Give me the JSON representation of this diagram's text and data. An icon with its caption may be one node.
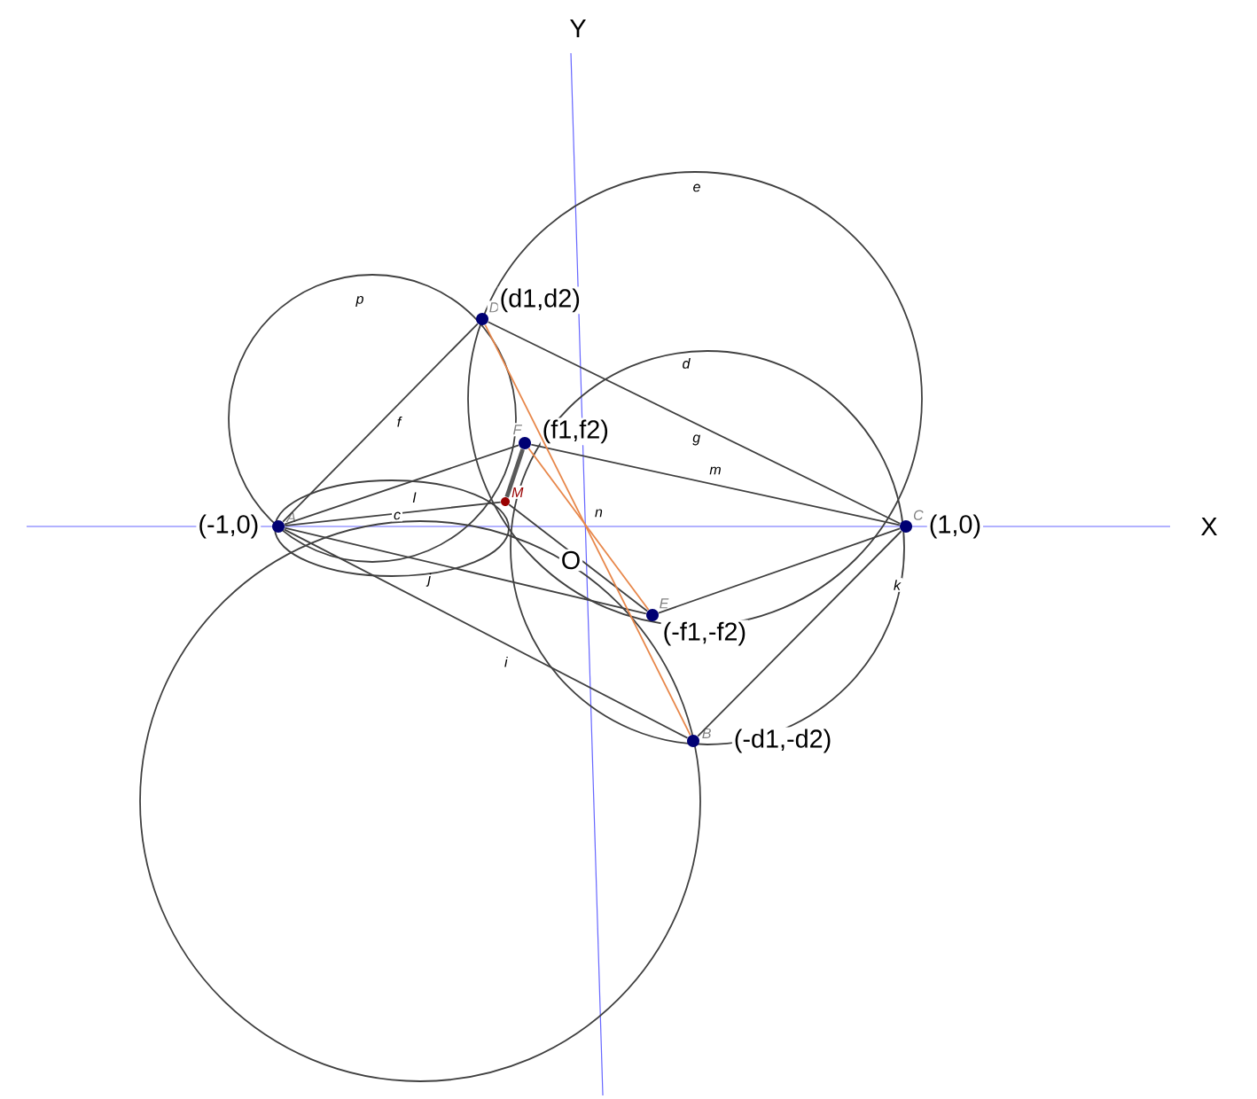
{
  "diagram": {
    "nodes": [
      {
        "text": [
          "D",
          "(d1,d2)"
        ]
      },
      {
        "text": [
          "F",
          "(f1,f2)"
        ]
      },
      {
        "text": [
          "(-1,0)",
          "A"
        ]
      },
      {
        "text": [
          "M"
        ]
      },
      {
        "text": [
          "C",
          "(1,0)"
        ]
      },
      {
        "text": [
          "E",
          "(-f1,-f2)"
        ]
      },
      {
        "text": [
          "B",
          "(-d1,-d2)"
        ]
      }
    ],
    "edges": [
      {
        "from": 2,
        "to": 0,
        "arrow": "none",
        "label": "f"
      },
      {
        "from": 0,
        "to": 4,
        "arrow": "none",
        "label": "g"
      },
      {
        "from": 2,
        "to": 1,
        "arrow": "none"
      },
      {
        "from": 2,
        "to": 3,
        "arrow": "none",
        "label": "l"
      },
      {
        "from": 1,
        "to": 4,
        "arrow": "none",
        "label": "m"
      },
      {
        "from": 2,
        "to": 5,
        "arrow": "none",
        "label": "j"
      },
      {
        "from": 3,
        "to": 5,
        "arrow": "none"
      },
      {
        "from": 5,
        "to": 4,
        "arrow": "none"
      },
      {
        "from": 2,
        "to": 6,
        "arrow": "none",
        "label": "i"
      },
      {
        "from": 6,
        "to": 4,
        "arrow": "none"
      },
      {
        "from": 0,
        "to": 6,
        "arrow": "none",
        "label": "n",
        "color": "#e8874a"
      },
      {
        "from": 1,
        "to": 5,
        "arrow": "none",
        "color": "#e8874a"
      },
      {
        "from": 1,
        "to": 3,
        "arrow": "none",
        "style": "thick"
      }
    ],
    "labels": [
      "Y",
      "X",
      "O",
      "p",
      "e",
      "d",
      "c",
      "k"
    ]
  }
}
